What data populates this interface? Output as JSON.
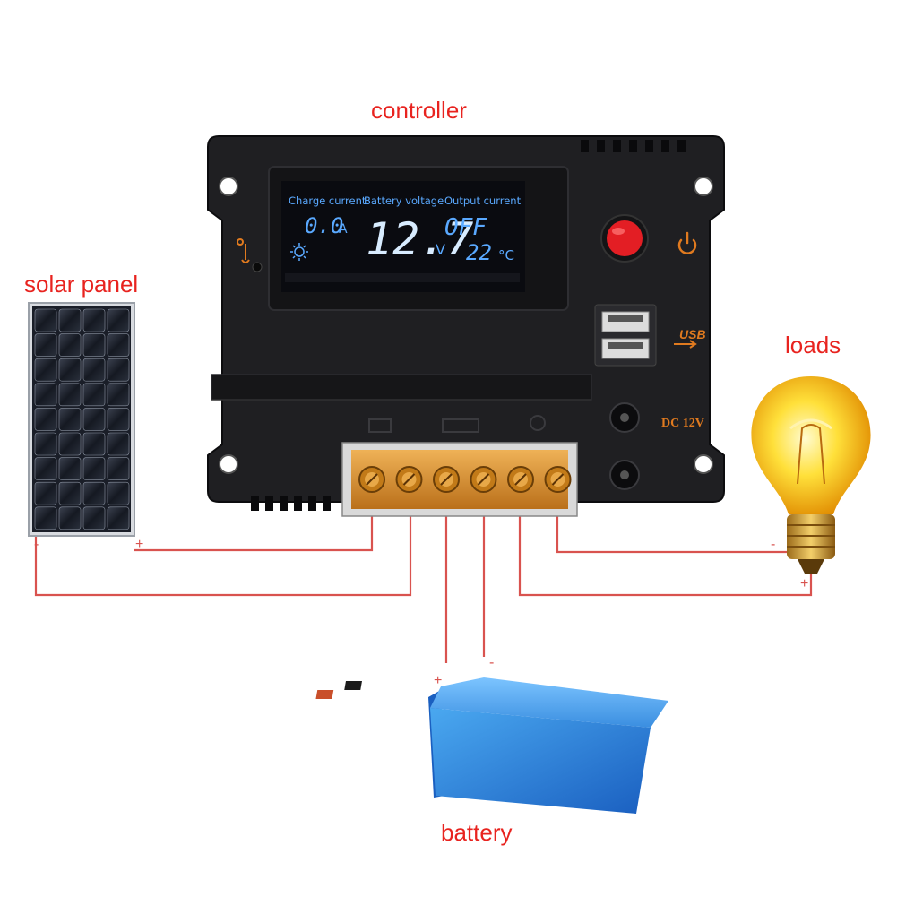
{
  "labels": {
    "controller": "controller",
    "solar_panel": "solar panel",
    "loads": "loads",
    "battery": "battery"
  },
  "lcd": {
    "charge_current_label": "Charge current",
    "battery_voltage_label": "Battery voltage",
    "output_current_label": "Output current",
    "charge_current_value": "0.0",
    "charge_current_unit": "A",
    "battery_voltage_value": "12.7",
    "battery_voltage_unit": "V",
    "output_state": "OFF",
    "temperature_value": "22",
    "temperature_unit": "°C"
  },
  "controller_panel": {
    "usb_label": "USB",
    "dc_label": "DC 12V"
  },
  "polarity": {
    "solar_negative": "-",
    "solar_positive": "+",
    "battery_positive": "+",
    "battery_negative": "-",
    "load_negative": "-",
    "load_positive": "+"
  },
  "colors": {
    "wire": "#d9534f",
    "label": "#e8231f",
    "controller_body": "#1e1e20",
    "lcd_text": "#5aa9ff",
    "terminal": "#d98a1f",
    "power_button": "#e31e24",
    "accent_orange": "#e07a1f"
  }
}
